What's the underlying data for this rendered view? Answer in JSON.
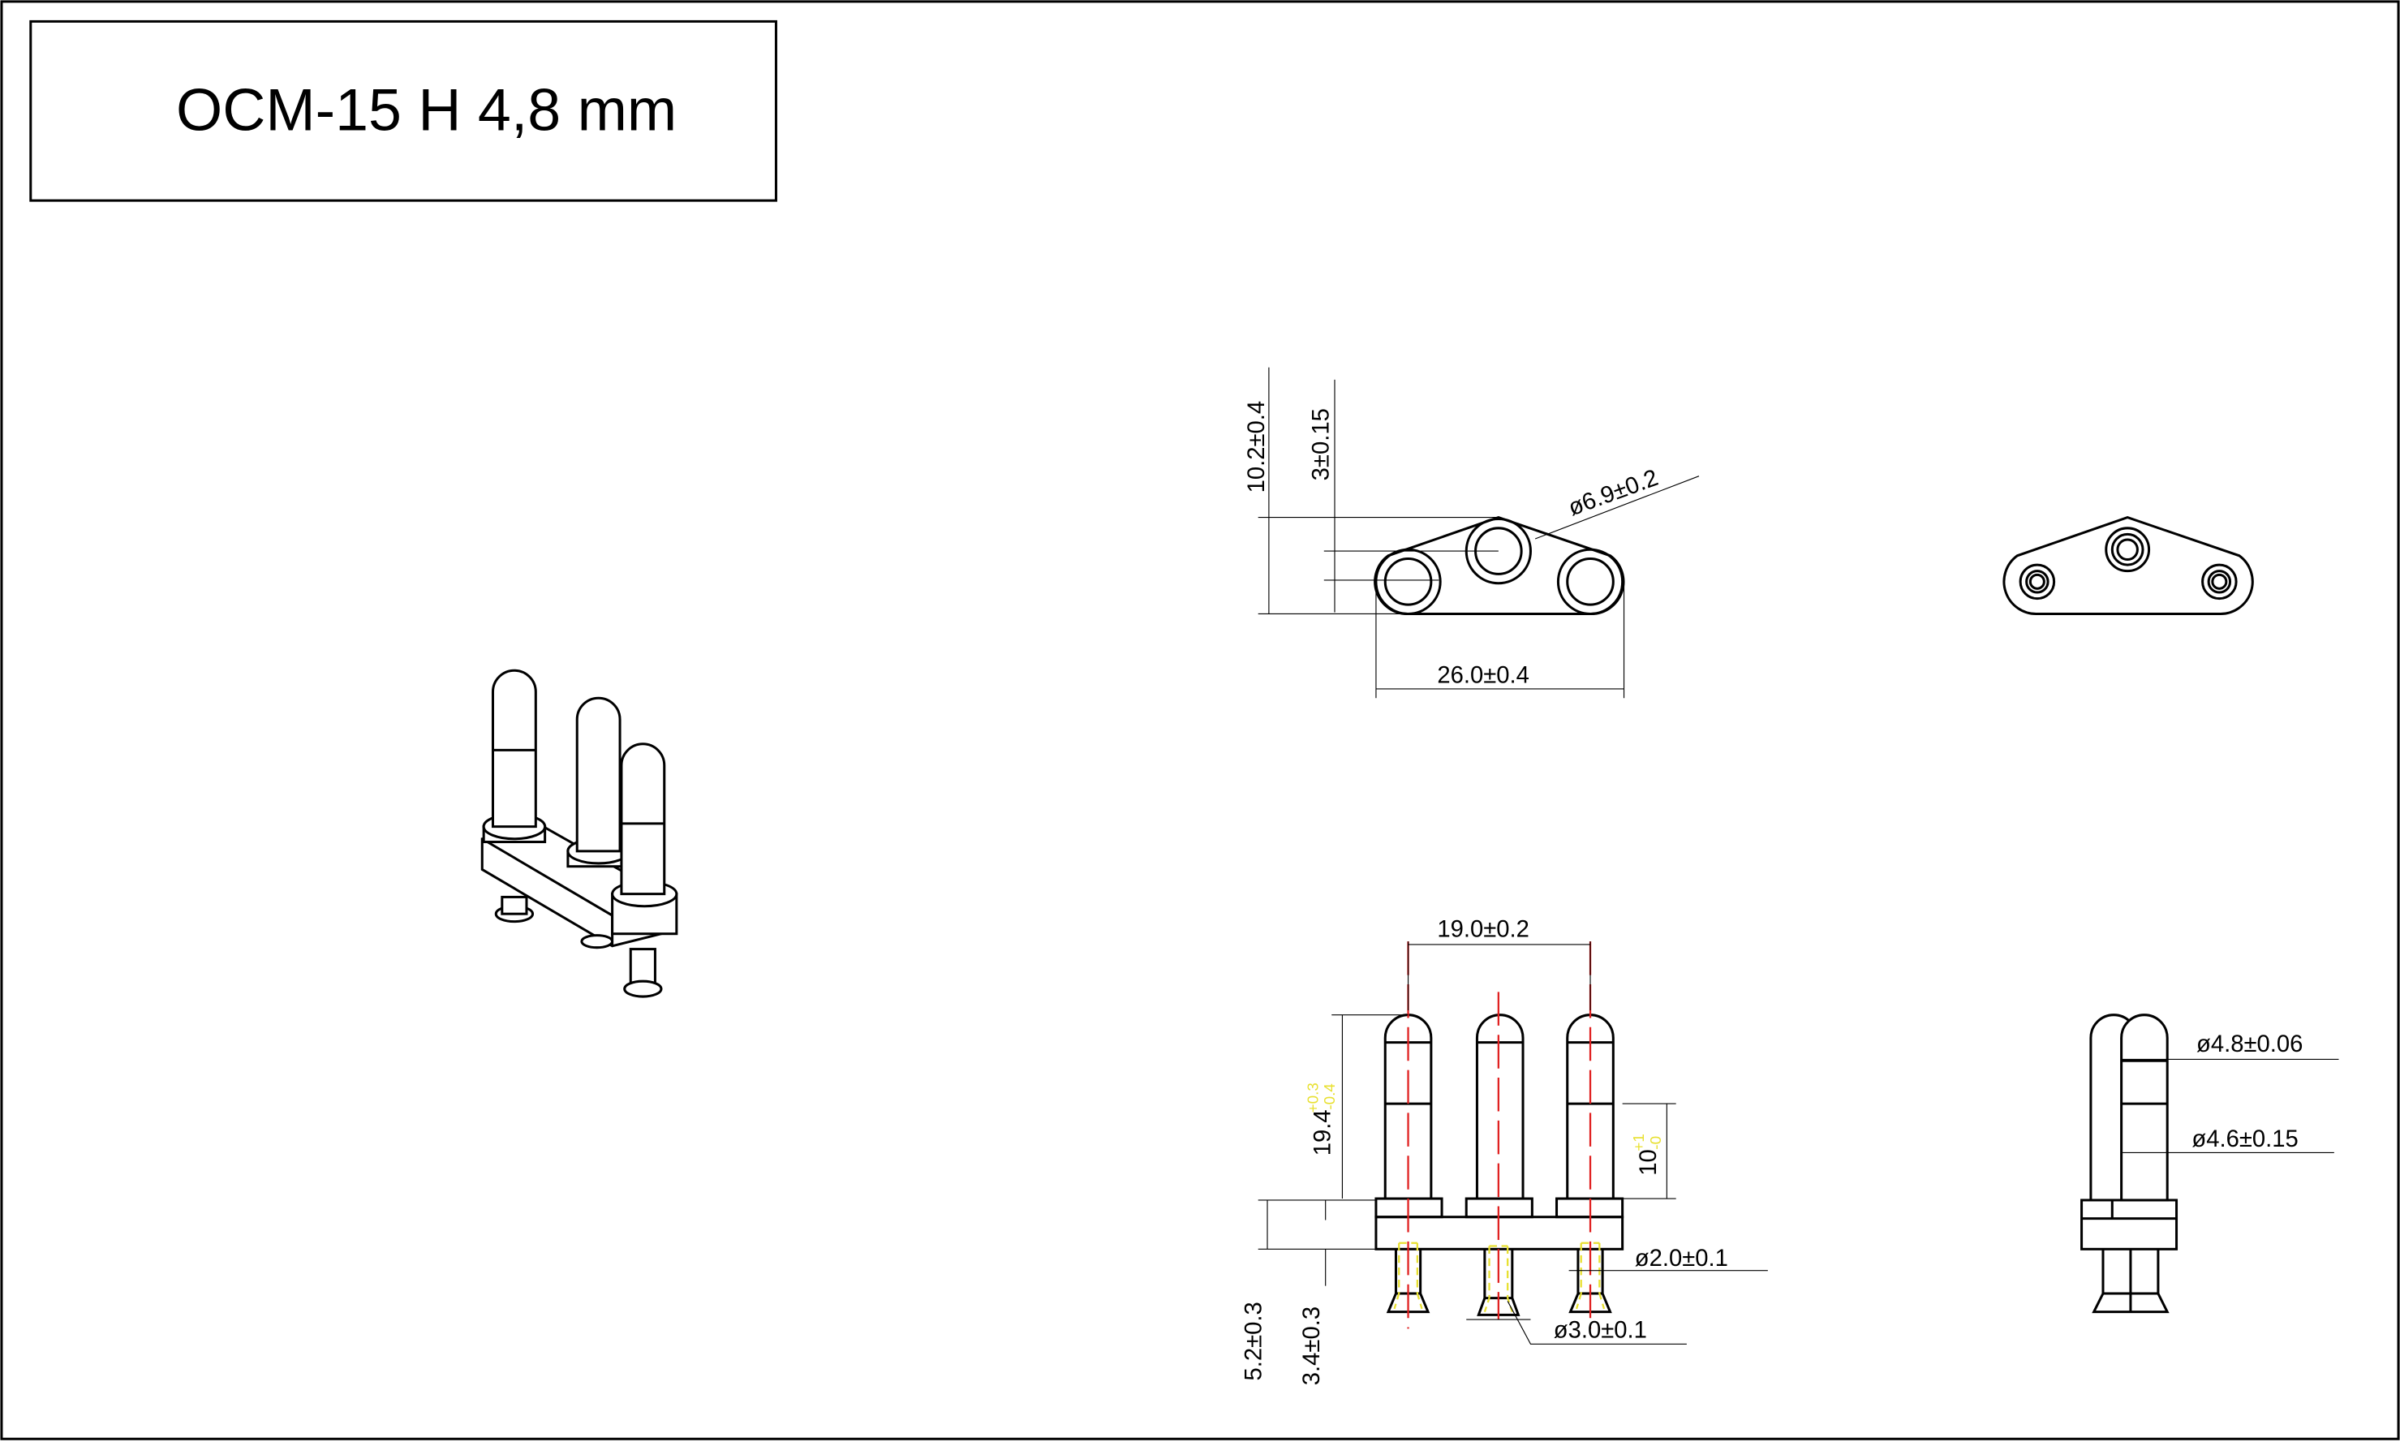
{
  "title": "OCM-15 H 4,8 mm",
  "colors": {
    "centerline": "#e02020",
    "hidden_line": "#e8e030"
  },
  "top_view": {
    "height_dim": "10.2±0.4",
    "offset_dim": "3±0.15",
    "diameter_dim": "ø6.9±0.2",
    "width_dim": "26.0±0.4"
  },
  "front_view": {
    "pitch_dim": "19.0±0.2",
    "pin_length_dim": "19.4",
    "pin_length_tol_upper": "+0.3",
    "pin_length_tol_lower": "-0.4",
    "tip_length_dim": "10",
    "tip_length_tol_upper": "+1",
    "tip_length_tol_lower": "-0",
    "base_height_dim": "5.2±0.3",
    "tail_length_dim": "3.4±0.3",
    "tail_diameter_dim": "ø2.0±0.1",
    "flare_diameter_dim": "ø3.0±0.1"
  },
  "side_view": {
    "tip_diameter_dim": "ø4.8±0.06",
    "shaft_diameter_dim": "ø4.6±0.15"
  }
}
